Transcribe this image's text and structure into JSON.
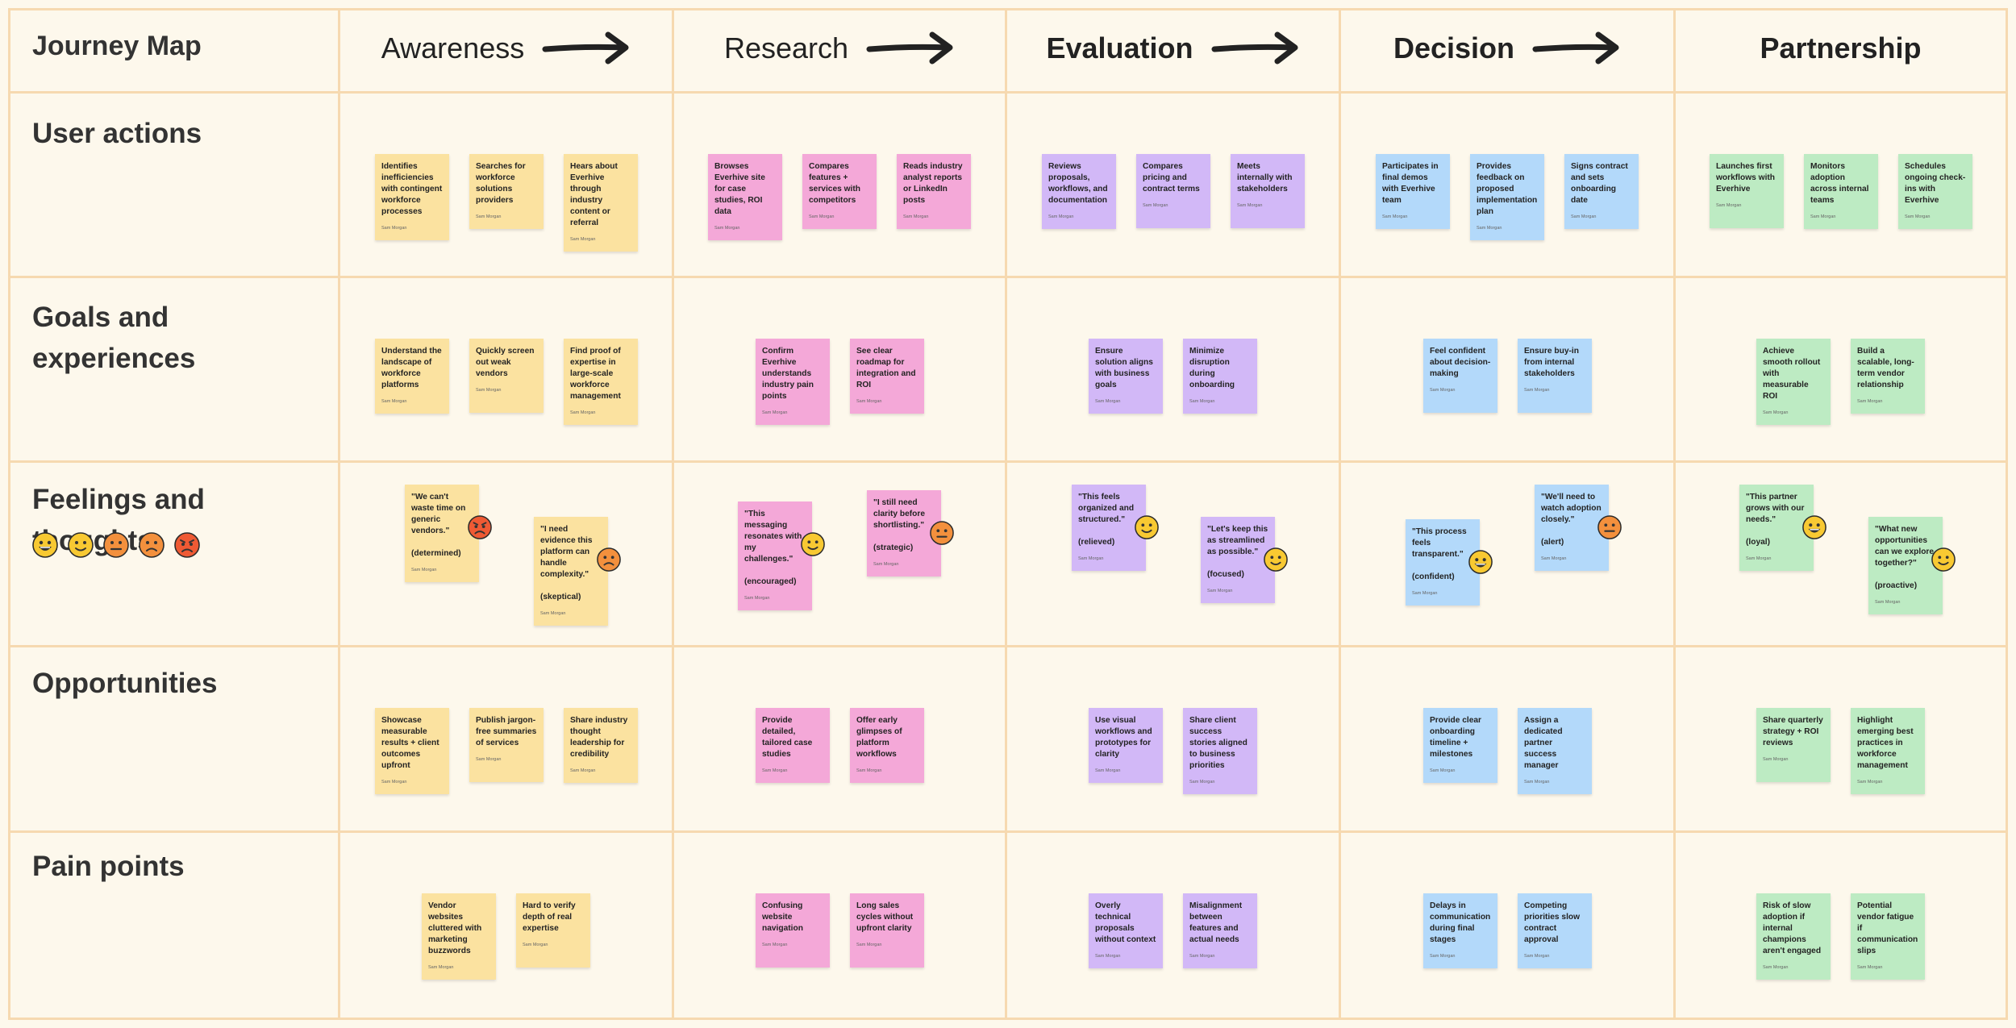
{
  "board": {
    "title": "Journey Map",
    "author": "Sam Morgan",
    "stages": [
      "Awareness",
      "Research",
      "Evaluation",
      "Decision",
      "Partnership"
    ],
    "rows": [
      "User actions",
      "Goals and experiences",
      "Feelings and thoughts",
      "Opportunities",
      "Pain points"
    ],
    "mood_scale": [
      "grinning",
      "smiling",
      "neutral",
      "frowning",
      "angry"
    ]
  },
  "colors": {
    "background": "#fdf8ec",
    "grid": "#f6d9b0",
    "awareness": "#fbe2a0",
    "research": "#f4a8d8",
    "evaluation": "#d2b8f7",
    "decision": "#b3d9fa",
    "partnership": "#bdebc3",
    "face_yellow": "#f8c932",
    "face_orange": "#f3903d",
    "face_red": "#ef5a34"
  },
  "notes": [
    {
      "stage": 0,
      "row": 0,
      "text": "Identifies inefficiencies with contingent workforce processes"
    },
    {
      "stage": 0,
      "row": 0,
      "text": "Searches for workforce solutions providers"
    },
    {
      "stage": 0,
      "row": 0,
      "text": "Hears about Everhive through industry content or referral"
    },
    {
      "stage": 1,
      "row": 0,
      "text": "Browses Everhive site for case studies, ROI data"
    },
    {
      "stage": 1,
      "row": 0,
      "text": "Compares features + services with competitors"
    },
    {
      "stage": 1,
      "row": 0,
      "text": "Reads industry analyst reports or LinkedIn posts"
    },
    {
      "stage": 2,
      "row": 0,
      "text": "Reviews proposals, workflows, and documentation"
    },
    {
      "stage": 2,
      "row": 0,
      "text": "Compares pricing and contract terms"
    },
    {
      "stage": 2,
      "row": 0,
      "text": "Meets internally with stakeholders"
    },
    {
      "stage": 3,
      "row": 0,
      "text": "Participates in final demos with Everhive team"
    },
    {
      "stage": 3,
      "row": 0,
      "text": "Provides feedback on proposed implementation plan"
    },
    {
      "stage": 3,
      "row": 0,
      "text": "Signs contract and sets onboarding date"
    },
    {
      "stage": 4,
      "row": 0,
      "text": "Launches first workflows with Everhive"
    },
    {
      "stage": 4,
      "row": 0,
      "text": "Monitors adoption across internal teams"
    },
    {
      "stage": 4,
      "row": 0,
      "text": "Schedules ongoing check-ins with Everhive"
    },
    {
      "stage": 0,
      "row": 1,
      "text": "Understand the landscape of workforce platforms"
    },
    {
      "stage": 0,
      "row": 1,
      "text": "Quickly screen out weak vendors"
    },
    {
      "stage": 0,
      "row": 1,
      "text": "Find proof of expertise in large-scale workforce management"
    },
    {
      "stage": 1,
      "row": 1,
      "text": "Confirm Everhive understands industry pain points"
    },
    {
      "stage": 1,
      "row": 1,
      "text": "See clear roadmap for integration and ROI"
    },
    {
      "stage": 2,
      "row": 1,
      "text": "Ensure solution aligns with business goals"
    },
    {
      "stage": 2,
      "row": 1,
      "text": "Minimize disruption during onboarding"
    },
    {
      "stage": 3,
      "row": 1,
      "text": "Feel confident about decision-making"
    },
    {
      "stage": 3,
      "row": 1,
      "text": "Ensure buy-in from internal stakeholders"
    },
    {
      "stage": 4,
      "row": 1,
      "text": "Achieve smooth rollout with measurable ROI"
    },
    {
      "stage": 4,
      "row": 1,
      "text": "Build a scalable, long-term vendor relationship"
    },
    {
      "stage": 0,
      "row": 2,
      "text": "\"We can't waste time on generic vendors.\"\n\n(determined)",
      "mood": "angry"
    },
    {
      "stage": 0,
      "row": 2,
      "text": "\"I need evidence this platform can handle complexity.\"\n\n(skeptical)",
      "mood": "frowning"
    },
    {
      "stage": 1,
      "row": 2,
      "text": "\"This messaging resonates with my challenges.\"\n\n(encouraged)",
      "mood": "smiling"
    },
    {
      "stage": 1,
      "row": 2,
      "text": "\"I still need clarity before shortlisting.\"\n\n(strategic)",
      "mood": "neutral"
    },
    {
      "stage": 2,
      "row": 2,
      "text": "\"This feels organized and structured.\"\n\n(relieved)",
      "mood": "smiling"
    },
    {
      "stage": 2,
      "row": 2,
      "text": "\"Let's keep this as streamlined as possible.\"\n\n(focused)",
      "mood": "smiling"
    },
    {
      "stage": 3,
      "row": 2,
      "text": "\"This process feels transparent.\"\n\n(confident)",
      "mood": "grinning"
    },
    {
      "stage": 3,
      "row": 2,
      "text": "\"We'll need to watch adoption closely.\"\n\n(alert)",
      "mood": "neutral"
    },
    {
      "stage": 4,
      "row": 2,
      "text": "\"This partner grows with our needs.\"\n\n(loyal)",
      "mood": "grinning"
    },
    {
      "stage": 4,
      "row": 2,
      "text": "\"What new opportunities can we explore together?\"\n\n(proactive)",
      "mood": "smiling"
    },
    {
      "stage": 0,
      "row": 3,
      "text": "Showcase measurable results + client outcomes upfront"
    },
    {
      "stage": 0,
      "row": 3,
      "text": "Publish jargon-free summaries of services"
    },
    {
      "stage": 0,
      "row": 3,
      "text": "Share industry thought leadership for credibility"
    },
    {
      "stage": 1,
      "row": 3,
      "text": "Provide detailed, tailored case studies"
    },
    {
      "stage": 1,
      "row": 3,
      "text": "Offer early glimpses of platform workflows"
    },
    {
      "stage": 2,
      "row": 3,
      "text": "Use visual workflows and prototypes for clarity"
    },
    {
      "stage": 2,
      "row": 3,
      "text": "Share client success stories aligned to business priorities"
    },
    {
      "stage": 3,
      "row": 3,
      "text": "Provide clear onboarding timeline + milestones"
    },
    {
      "stage": 3,
      "row": 3,
      "text": "Assign a dedicated partner success manager"
    },
    {
      "stage": 4,
      "row": 3,
      "text": "Share quarterly strategy + ROI reviews"
    },
    {
      "stage": 4,
      "row": 3,
      "text": "Highlight emerging best practices in workforce management"
    },
    {
      "stage": 0,
      "row": 4,
      "text": "Vendor websites cluttered with marketing buzzwords"
    },
    {
      "stage": 0,
      "row": 4,
      "text": "Hard to verify depth of real expertise"
    },
    {
      "stage": 1,
      "row": 4,
      "text": "Confusing website navigation"
    },
    {
      "stage": 1,
      "row": 4,
      "text": "Long sales cycles without upfront clarity"
    },
    {
      "stage": 2,
      "row": 4,
      "text": "Overly technical proposals without context"
    },
    {
      "stage": 2,
      "row": 4,
      "text": "Misalignment between features and actual needs"
    },
    {
      "stage": 3,
      "row": 4,
      "text": "Delays in communication during final stages"
    },
    {
      "stage": 3,
      "row": 4,
      "text": "Competing priorities slow contract approval"
    },
    {
      "stage": 4,
      "row": 4,
      "text": "Risk of slow adoption if internal champions aren't engaged"
    },
    {
      "stage": 4,
      "row": 4,
      "text": "Potential vendor fatigue if communication slips"
    }
  ]
}
